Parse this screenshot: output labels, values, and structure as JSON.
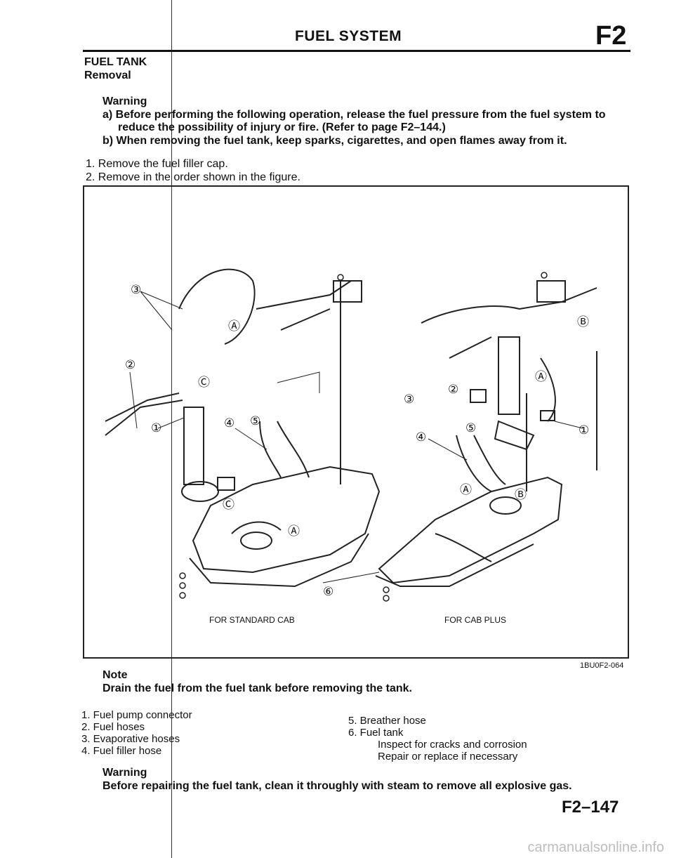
{
  "header": {
    "title": "FUEL SYSTEM",
    "code": "F2"
  },
  "section": {
    "title": "FUEL TANK",
    "subtitle": "Removal"
  },
  "warning1": {
    "label": "Warning",
    "item_a_line1": "a) Before performing the following operation, release the fuel pressure from the fuel system to",
    "item_a_line2": "reduce the possibility of injury or fire. (Refer to page F2–144.)",
    "item_b": "b) When removing the fuel tank, keep sparks, cigarettes, and open flames away from it."
  },
  "steps": [
    "1. Remove the fuel filler cap.",
    "2. Remove in the order shown in the figure."
  ],
  "figure": {
    "caption_left": "FOR STANDARD CAB",
    "caption_right": "FOR CAB PLUS",
    "code": "1BU0F2-064",
    "callouts": [
      "①",
      "②",
      "③",
      "④",
      "⑤",
      "⑥",
      "Ⓐ",
      "Ⓑ",
      "Ⓒ"
    ]
  },
  "note": {
    "label": "Note",
    "text": "Drain the fuel from the fuel tank before removing the tank."
  },
  "parts": {
    "left": [
      "1. Fuel pump connector",
      "2. Fuel hoses",
      "3. Evaporative hoses",
      "4. Fuel filler hose"
    ],
    "right": [
      "5. Breather hose",
      "6. Fuel tank"
    ],
    "right_detail": [
      "Inspect for cracks and corrosion",
      "Repair or replace if necessary"
    ]
  },
  "warning2": {
    "label": "Warning",
    "text": "Before repairing the fuel tank, clean it throughly with steam to remove all explosive gas."
  },
  "footer": {
    "page": "F2–147"
  },
  "watermark": "carmanualsonline.info"
}
